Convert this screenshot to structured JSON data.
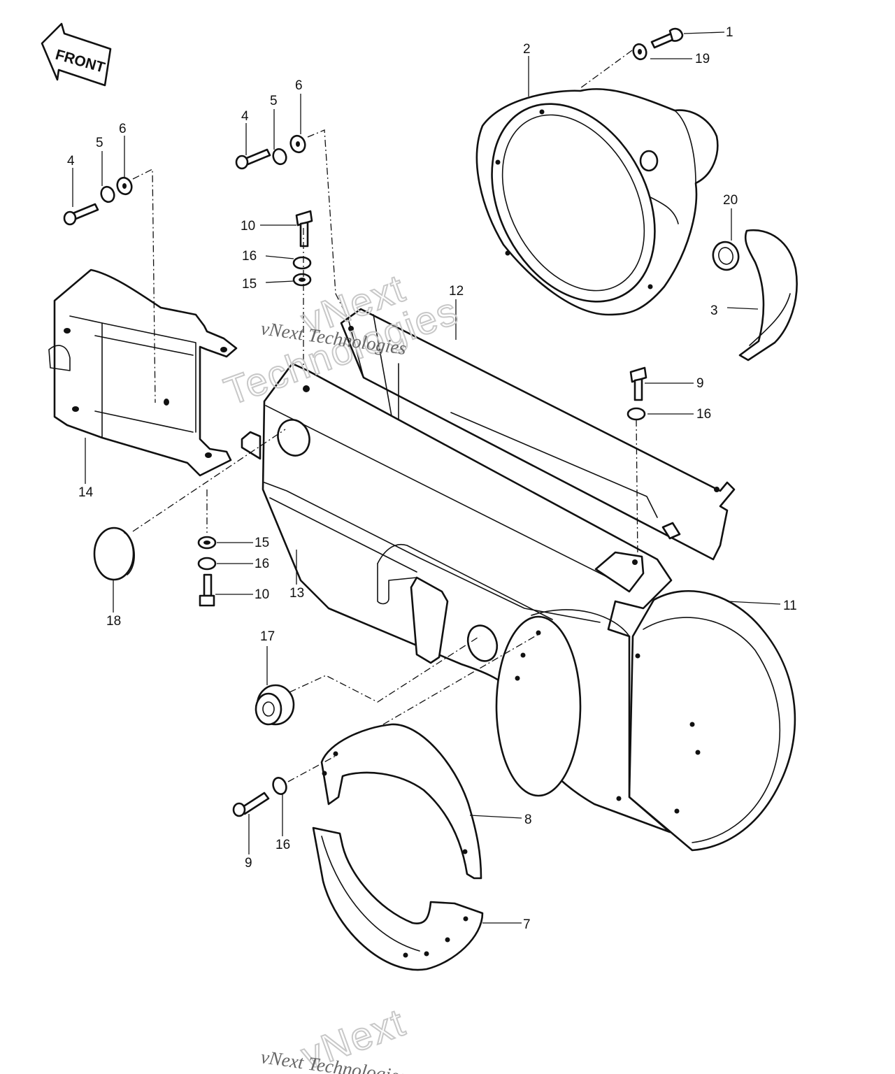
{
  "front_label": "FRONT",
  "watermarks": [
    "vNext",
    "Technologies",
    "vNext Technologies"
  ],
  "callouts": [
    "1",
    "2",
    "3",
    "4",
    "5",
    "6",
    "7",
    "8",
    "9",
    "10",
    "11",
    "12",
    "13",
    "14",
    "15",
    "16",
    "17",
    "18",
    "19",
    "20"
  ]
}
